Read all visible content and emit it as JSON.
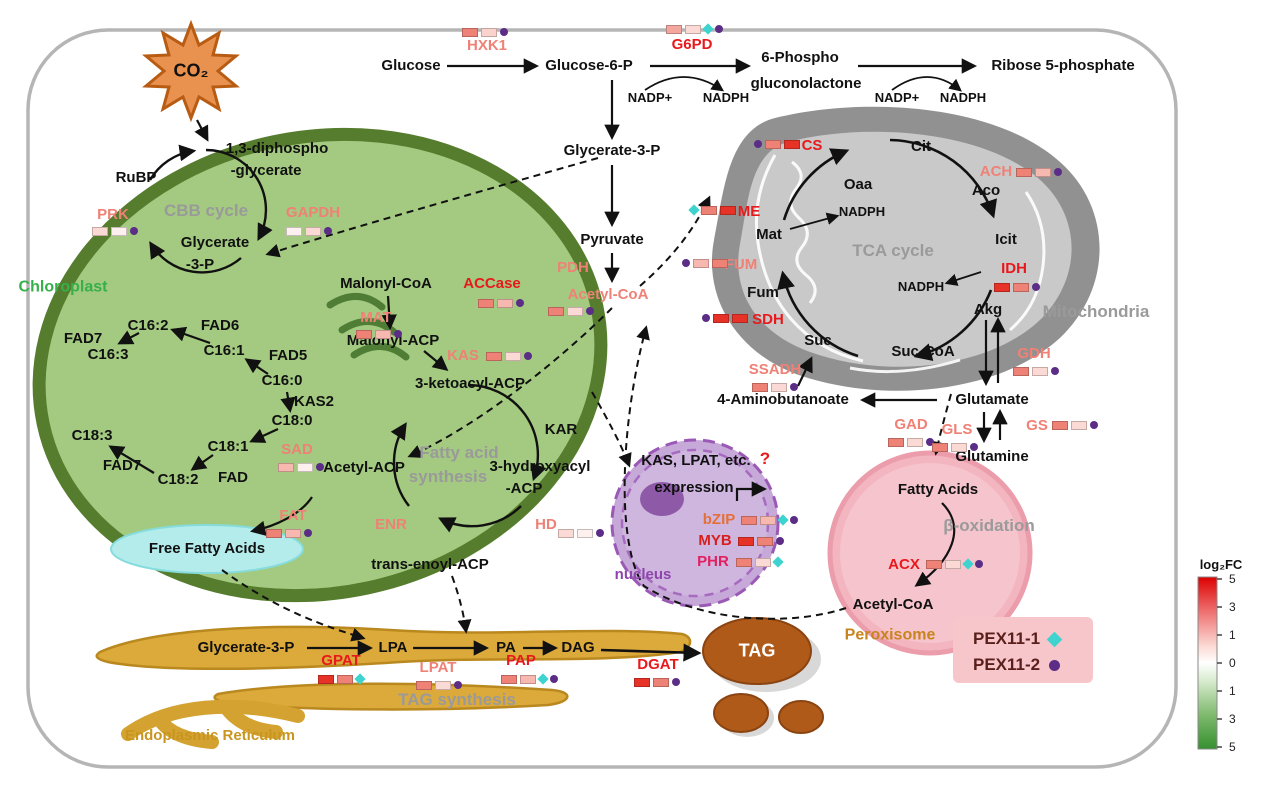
{
  "legend": {
    "logfc": "log₂FC",
    "ticks": [
      "5",
      "3",
      "1",
      "0",
      "1",
      "3",
      "5"
    ],
    "pex11_1": "PEX11-1",
    "pex11_2": "PEX11-2",
    "pex11_1_color": "#3ed3cf",
    "pex11_2_color": "#5b2d86"
  },
  "organelles": {
    "chloroplast": "Chloroplast",
    "mitochondria": "Mitochondria",
    "nucleus": "nucleus",
    "peroxisome": "Peroxisome",
    "er": "Endoplasmic Reticulum",
    "free_fatty_acids": "Free Fatty Acids",
    "co2": "CO₂",
    "cbb": "CBB cycle",
    "tca": "TCA cycle",
    "fas_line1": "Fatty acid",
    "fas_line2": "synthesis",
    "tag_synthesis": "TAG synthesis",
    "beta_oxidation": "β-oxidation",
    "tag": "TAG"
  },
  "glycolysis": {
    "glucose": "Glucose",
    "hxk1": "HXK1",
    "glucose_6_p": "Glucose-6-P",
    "g6pd": "G6PD",
    "six_phospho": "6-Phospho",
    "gluconolactone": "gluconolactone",
    "ribose_5_phosphate": "Ribose 5-phosphate",
    "nadp_1": "NADP+",
    "nadph_1": "NADPH",
    "nadp_2": "NADP+",
    "nadph_2": "NADPH",
    "glycerate_3_p": "Glycerate-3-P",
    "pyruvate": "Pyruvate",
    "pdh": "PDH",
    "acetyl_coa": "Acetyl-CoA"
  },
  "cbb": {
    "dpg_1": "1,3-diphospho",
    "dpg_2": "-glycerate",
    "rubp": "RuBP",
    "glycerate_1": "Glycerate",
    "glycerate_2": "-3-P",
    "prk": "PRK",
    "gapdh": "GAPDH"
  },
  "fas": {
    "malonyl_coa": "Malonyl-CoA",
    "accase": "ACCase",
    "mat": "MAT",
    "malonyl_acp": "Malonyl-ACP",
    "kas": "KAS",
    "ketoacyl": "3-ketoacyl-ACP",
    "kar": "KAR",
    "hydroxyacyl_1": "3-hydroxyacyl",
    "hydroxyacyl_2": "-ACP",
    "hd": "HD",
    "trans_enoyl": "trans-enoyl-ACP",
    "enr": "ENR",
    "acetyl_acp": "Acetyl-ACP",
    "sad": "SAD",
    "fat": "FAT",
    "kas2": "KAS2",
    "c16_0": "C16:0",
    "c16_1": "C16:1",
    "c16_2": "C16:2",
    "c16_3": "C16:3",
    "c18_0": "C18:0",
    "c18_1": "C18:1",
    "c18_2": "C18:2",
    "c18_3": "C18:3",
    "fad5": "FAD5",
    "fad6": "FAD6",
    "fad7a": "FAD7",
    "fad7b": "FAD7",
    "fad": "FAD"
  },
  "tca": {
    "cit": "Cit",
    "aco": "Aco",
    "icit": "Icit",
    "akg": "Akg",
    "suc_coa": "Suc-CoA",
    "suc": "Suc",
    "fum_m": "Fum",
    "mat_m": "Mat",
    "oaa": "Oaa",
    "nadph_a": "NADPH",
    "nadph_b": "NADPH",
    "cs": "CS",
    "ach": "ACH",
    "idh": "IDH",
    "gdh": "GDH",
    "sdh": "SDH",
    "fum": "FUM",
    "me": "ME"
  },
  "glu": {
    "glutamate": "Glutamate",
    "glutamine": "Glutamine",
    "gs": "GS",
    "gls": "GLS",
    "gad": "GAD",
    "aminobutanoate": "4-Aminobutanoate",
    "ssadh": "SSADH"
  },
  "nucleus": {
    "kas_lpat": "KAS, LPAT, etc.",
    "question": "?",
    "expression": "expression",
    "bzip": "bZIP",
    "myb": "MYB",
    "phr": "PHR"
  },
  "peroxisome": {
    "fatty_acids": "Fatty Acids",
    "acx": "ACX",
    "acetyl_coa": "Acetyl-CoA"
  },
  "tagpath": {
    "glycerate_3_p": "Glycerate-3-P",
    "lpa": "LPA",
    "pa": "PA",
    "dag": "DAG",
    "gpat": "GPAT",
    "lpat": "LPAT",
    "pap": "PAP",
    "dgat": "DGAT"
  },
  "colors": {
    "enzyme_red": "#e8191c",
    "enzyme_salmon": "#ef8176",
    "bzip": "#e2703a",
    "myb": "#d91e1e",
    "phr": "#e02060",
    "chloroplast_fill": "#a3ca80",
    "chloroplast_border": "#567d2e",
    "mitochondria": "#919191",
    "nucleus_border": "#9b59b6",
    "peroxisome_fill": "#f3b5c0",
    "er_fill": "#dcaa3a",
    "tag_fill": "#b05a1a",
    "free_fatty_acids_fill": "#b4ecec",
    "co2_fill": "#e9914f"
  },
  "bars": {
    "hxk1": {
      "c1": "#ef8277",
      "c2": "#fad3cd"
    },
    "g6pd": {
      "c1": "#f3a79e",
      "c2": "#fbd9d4"
    },
    "prk": {
      "c1": "#fbd9d4",
      "c2": "#fdf0ee"
    },
    "gapdh": {
      "c1": "#fdf0ee",
      "c2": "#fbd9d4"
    },
    "mat": {
      "c1": "#ef8277",
      "c2": "#f7b8b0"
    },
    "accase": {
      "c1": "#ef8277",
      "c2": "#f7b8b0"
    },
    "kas": {
      "c1": "#ef8277",
      "c2": "#fbd9d4"
    },
    "sad": {
      "c1": "#f7b8b0",
      "c2": "#fdf0ee"
    },
    "fat": {
      "c1": "#ef8277",
      "c2": "#f7b8b0"
    },
    "hd": {
      "c1": "#fbd9d4",
      "c2": "#fdf0ee"
    },
    "pdh": {
      "c1": "#ef8277",
      "c2": "#fbd9d4"
    },
    "cs": {
      "c1": "#e73327",
      "c2": "#ef8277"
    },
    "ach": {
      "c1": "#ef8277",
      "c2": "#f7b8b0"
    },
    "me": {
      "c1": "#e73327",
      "c2": "#ef8277"
    },
    "fum": {
      "c1": "#ef8277",
      "c2": "#f7b8b0"
    },
    "sdh": {
      "c1": "#e73327",
      "c2": "#e73327"
    },
    "idh": {
      "c1": "#e73327",
      "c2": "#ef8277"
    },
    "gdh": {
      "c1": "#ef8277",
      "c2": "#fbd9d4"
    },
    "ssadh": {
      "c1": "#ef8277",
      "c2": "#fbd9d4"
    },
    "gad": {
      "c1": "#ef8277",
      "c2": "#fbd9d4"
    },
    "gls": {
      "c1": "#ef8277",
      "c2": "#fbd9d4"
    },
    "gs": {
      "c1": "#ef8277",
      "c2": "#fbd9d4"
    },
    "bzip": {
      "c1": "#ef8277",
      "c2": "#f7b8b0"
    },
    "myb": {
      "c1": "#e73327",
      "c2": "#ef8277"
    },
    "phr": {
      "c1": "#ef8277",
      "c2": "#fbd9d4"
    },
    "acx": {
      "c1": "#ef8277",
      "c2": "#fbd9d4"
    },
    "gpat": {
      "c1": "#e73327",
      "c2": "#ef8277"
    },
    "lpat": {
      "c1": "#ef8277",
      "c2": "#fbd9d4"
    },
    "pap": {
      "c1": "#ef8277",
      "c2": "#f7b8b0"
    },
    "dgat": {
      "c1": "#e73327",
      "c2": "#ef8277"
    }
  }
}
